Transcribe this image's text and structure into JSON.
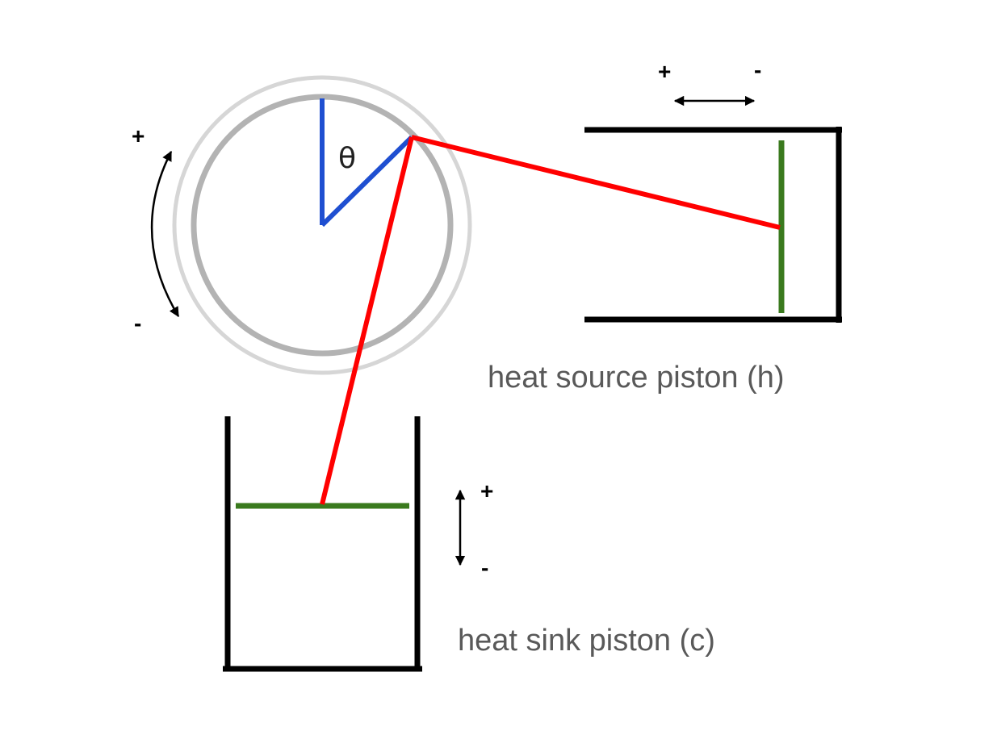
{
  "labels": {
    "theta": "θ",
    "heat_source_caption": "heat source piston (h)",
    "heat_sink_caption": "heat sink piston (c)",
    "rotation_plus": "+",
    "rotation_minus": "-",
    "horizontal_plus": "+",
    "horizontal_minus": "-",
    "vertical_plus": "+",
    "vertical_minus": "-"
  },
  "colors": {
    "crank_arm": "#1f4fd1",
    "connecting_rod": "#ff0000",
    "piston_face": "#3a7a1e",
    "cylinder_wall": "#000000",
    "flywheel_inner": "#b3b3b3",
    "flywheel_outer": "#d6d6d6",
    "caption_text": "#595959",
    "arrow": "#000000"
  }
}
